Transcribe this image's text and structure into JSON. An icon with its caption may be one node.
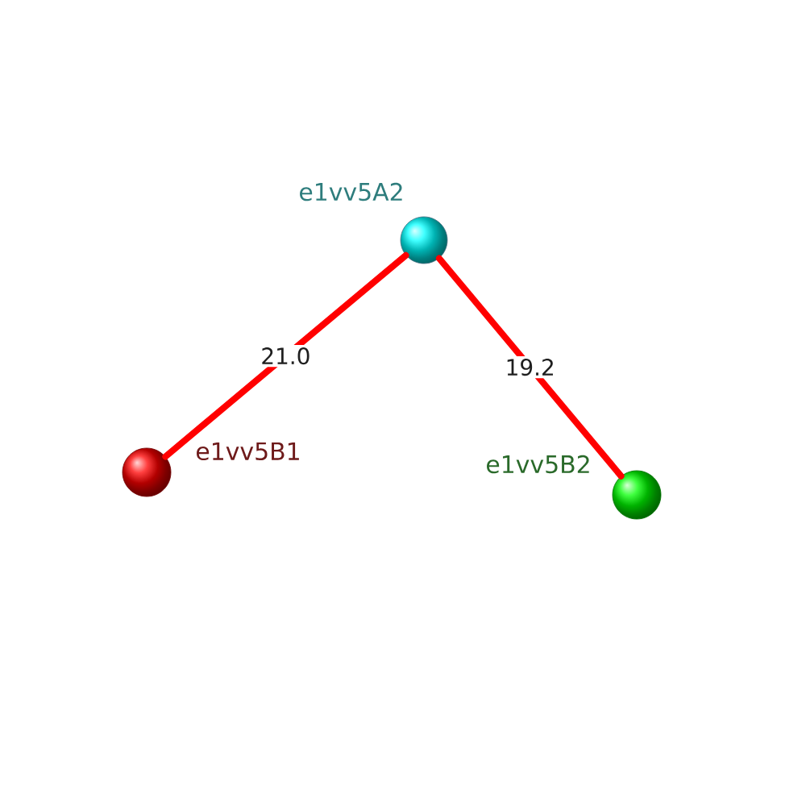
{
  "diagram": {
    "nodes": [
      {
        "text": [],
        "shape": "circle",
        "beside": [
          "e1vv5A2"
        ]
      },
      {
        "text": [],
        "shape": "circle",
        "beside": [
          "e1vv5B1"
        ]
      },
      {
        "text": [],
        "shape": "circle",
        "beside": [
          "e1vv5B2"
        ]
      }
    ],
    "edges": [
      {
        "from": 0,
        "to": 1,
        "arrow": "none",
        "label": "21.0"
      },
      {
        "from": 0,
        "to": 2,
        "arrow": "none",
        "label": "19.2"
      }
    ]
  }
}
